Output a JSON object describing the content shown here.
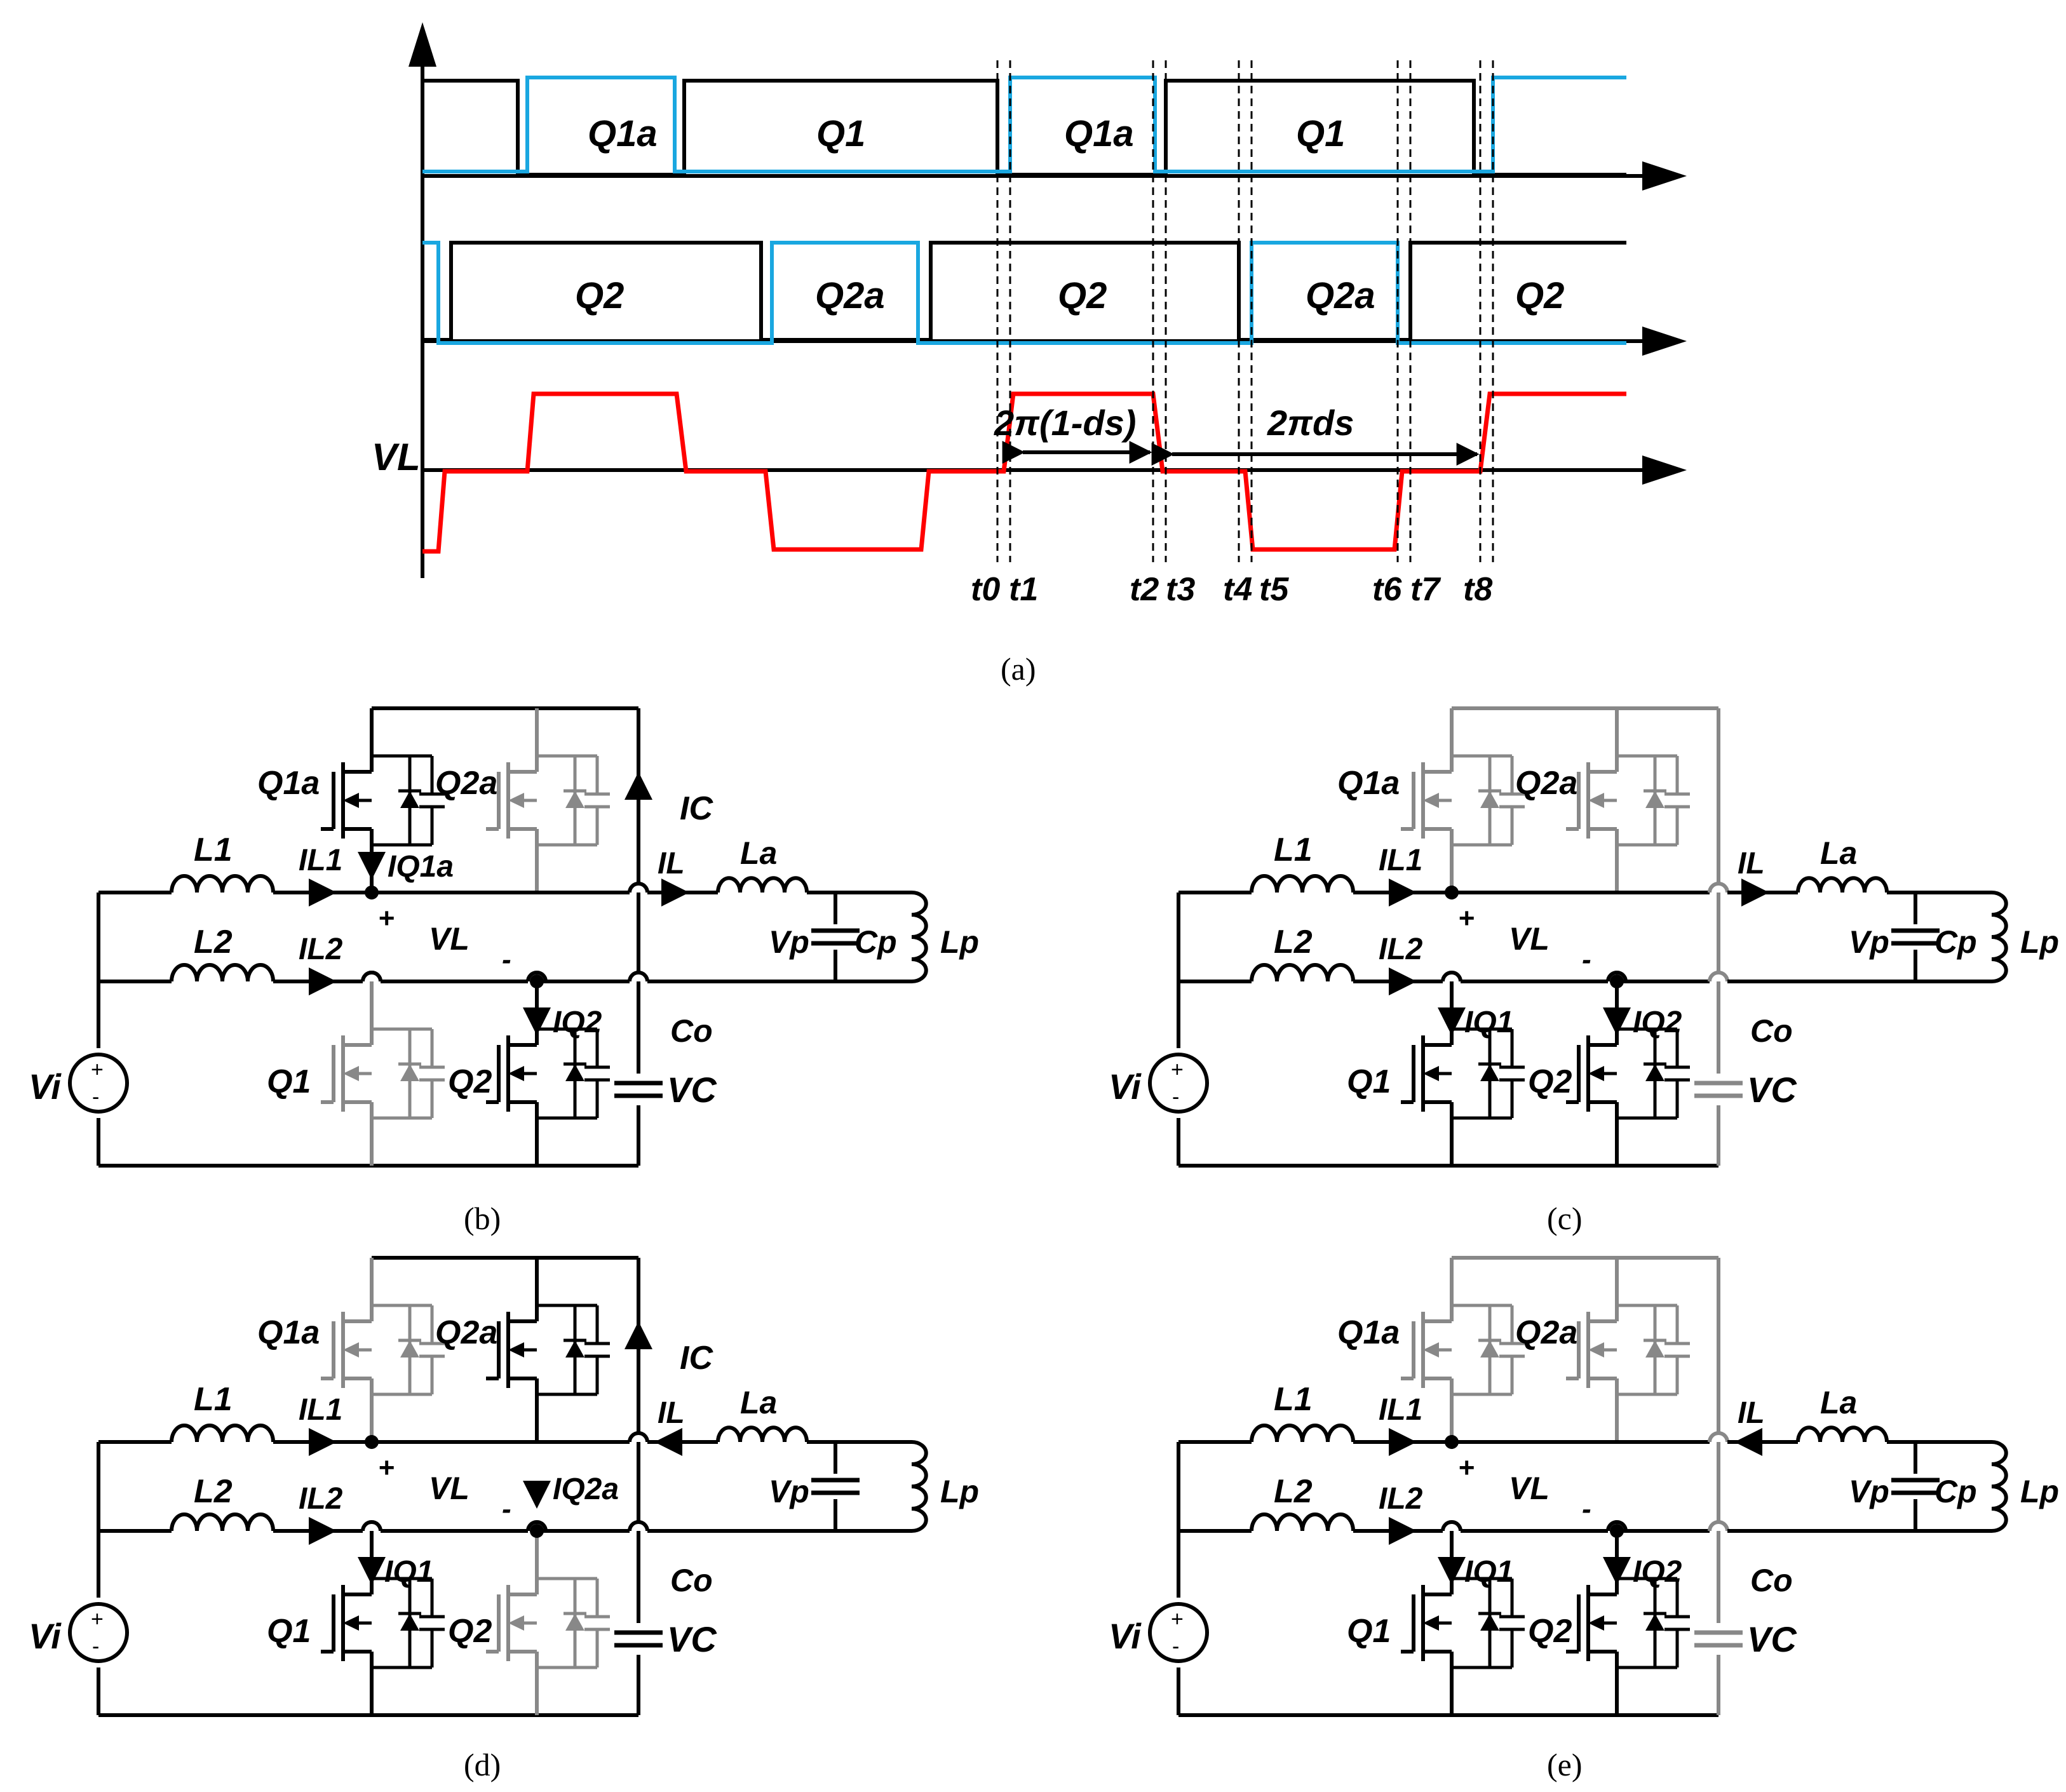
{
  "colors": {
    "black": "#000000",
    "blue": "#1aa7e0",
    "red": "#ff0000",
    "gray": "#888888"
  },
  "waveform": {
    "vl_label": "VL",
    "q1_row": [
      "Q1a",
      "Q1",
      "Q1a",
      "Q1"
    ],
    "q2_row": [
      "Q2",
      "Q2a",
      "Q2",
      "Q2a",
      "Q2"
    ],
    "interval_1": "2π(1-ds)",
    "interval_2": "2πds",
    "time_labels": [
      "t0",
      "t1",
      "t2",
      "t3",
      "t4",
      "t5",
      "t6",
      "t7",
      "t8"
    ]
  },
  "captions": {
    "a": "(a)",
    "b": "(b)",
    "c": "(c)",
    "d": "(d)",
    "e": "(e)"
  },
  "circuit_labels": {
    "vi": "Vi",
    "l1": "L1",
    "l2": "L2",
    "il1": "IL1",
    "il2": "IL2",
    "q1a": "Q1a",
    "q2a": "Q2a",
    "q1": "Q1",
    "q2": "Q2",
    "iq1a": "IQ1a",
    "iq2a": "IQ2a",
    "iq1": "IQ1",
    "iq2": "IQ2",
    "ic": "IC",
    "il": "IL",
    "la": "La",
    "vp": "Vp",
    "cp": "Cp",
    "lp": "Lp",
    "co": "Co",
    "vc": "VC",
    "vl": "VL",
    "plus": "+",
    "minus": "-"
  }
}
